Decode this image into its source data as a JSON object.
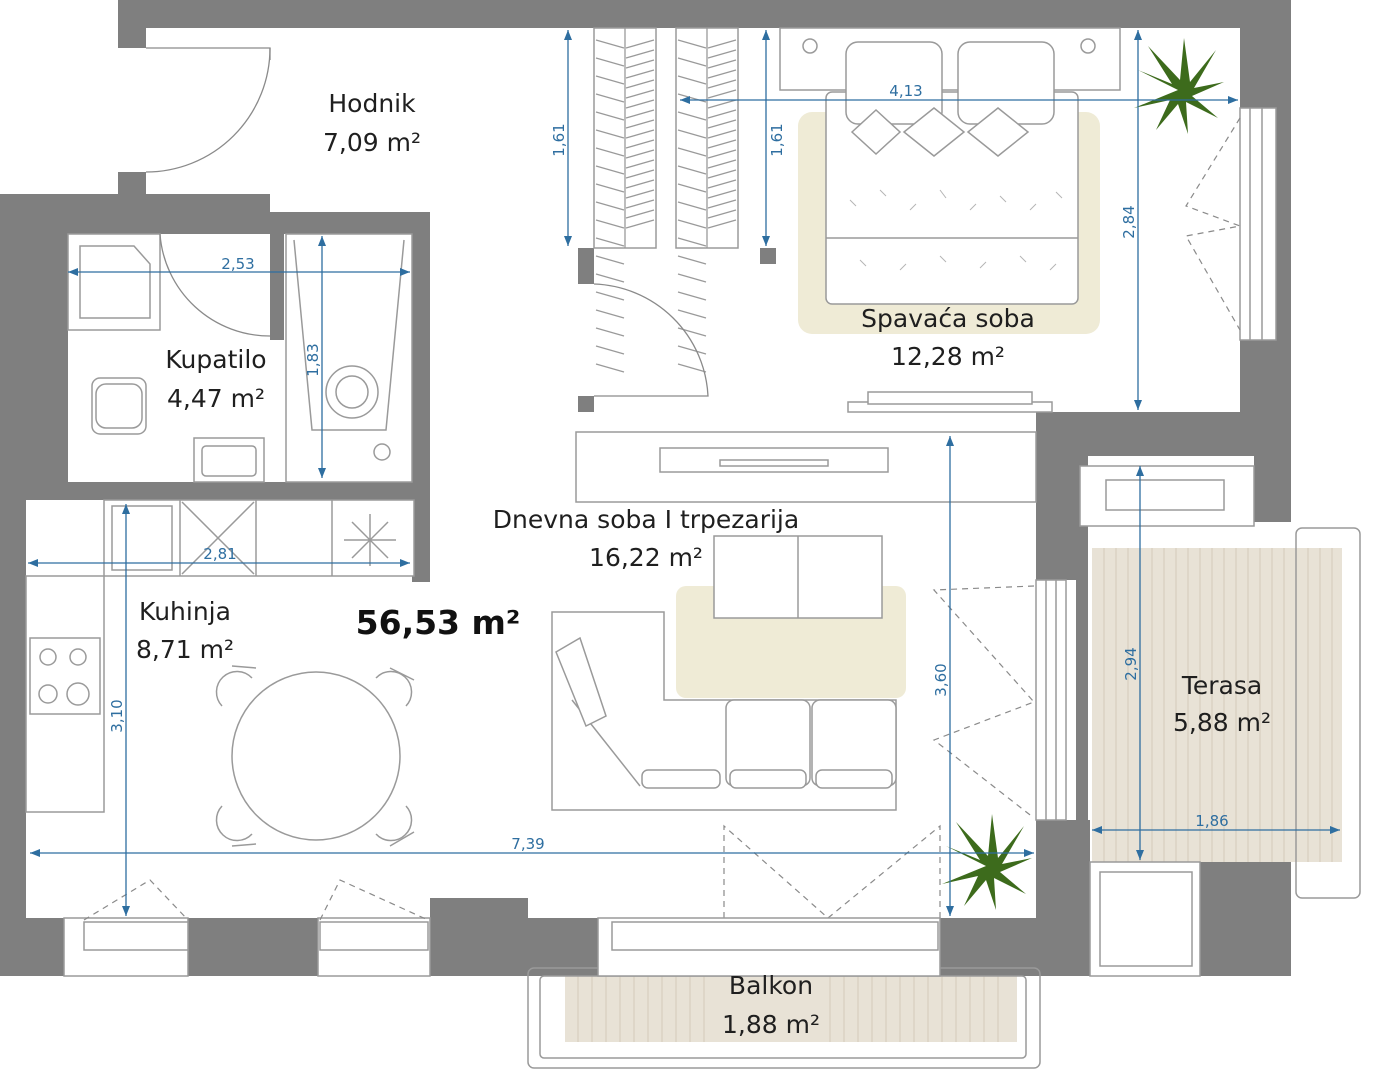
{
  "plan": {
    "total_area": "56,53 m²",
    "rooms": {
      "hodnik": {
        "name": "Hodnik",
        "area": "7,09 m²"
      },
      "kupatilo": {
        "name": "Kupatilo",
        "area": "4,47 m²"
      },
      "spavaca": {
        "name": "Spavaća soba",
        "area": "12,28 m²"
      },
      "dnevna": {
        "name": "Dnevna soba I trpezarija",
        "area": "16,22 m²"
      },
      "kuhinja": {
        "name": "Kuhinja",
        "area": "8,71 m²"
      },
      "terasa": {
        "name": "Terasa",
        "area": "5,88 m²"
      },
      "balkon": {
        "name": "Balkon",
        "area": "1,88 m²"
      }
    },
    "dimensions": {
      "bath_width": "2,53",
      "bath_height": "1,83",
      "wardrobe_left": "1,61",
      "wardrobe_right": "1,61",
      "bedroom_width": "4,13",
      "bedroom_height": "2,84",
      "kitchen_width": "2,81",
      "kitchen_height": "3,10",
      "living_height": "3,60",
      "total_width": "7,39",
      "terrace_height": "2,94",
      "terrace_width": "1,86"
    },
    "colors": {
      "wall": "#7f7f7f",
      "dimension": "#2e6ea0",
      "rug": "#efebd6",
      "terrace_floor": "#e8e2d6",
      "plant": "#3d6b1c"
    }
  }
}
